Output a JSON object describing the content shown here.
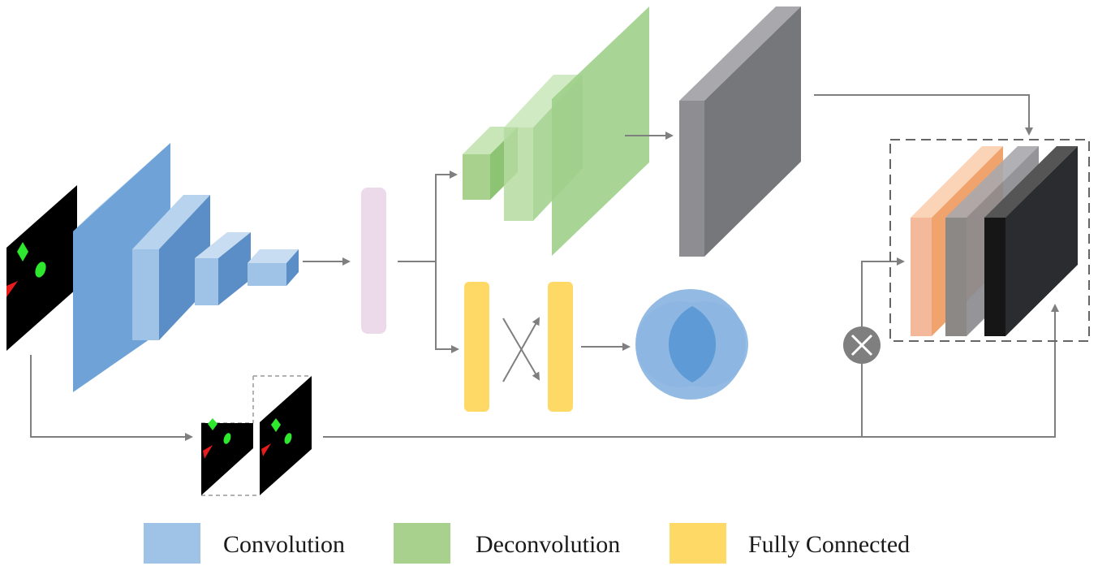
{
  "legend": {
    "items": [
      {
        "key": "conv",
        "label": "Convolution",
        "color": "#9fc3e6"
      },
      {
        "key": "deconv",
        "label": "Deconvolution",
        "color": "#a9d18e"
      },
      {
        "key": "fc",
        "label": "Fully Connected",
        "color": "#ffd966"
      }
    ]
  },
  "colors": {
    "conv_front": "#6fa3d8",
    "conv_top": "#b7d3ee",
    "conv_side": "#5b8ec7",
    "deconv_front": "#9fcf8a",
    "deconv_light": "#c8e6b8",
    "gray_front": "#7c7c80",
    "gray_top": "#a9a9ad",
    "gray_side": "#8e8e92",
    "fc_yellow": "#ffd966",
    "latent_pink": "#ecd9ea",
    "arrow": "#7f7f7f",
    "venn": "#6fa3d8",
    "concat_orange": "#f4b183",
    "concat_gray": "#7f7f7f",
    "concat_black": "#1b1b1b",
    "mask_green": "#2ee82e",
    "mask_red": "#e81c1c"
  },
  "icons": {
    "multiply": "circle-x-icon"
  }
}
